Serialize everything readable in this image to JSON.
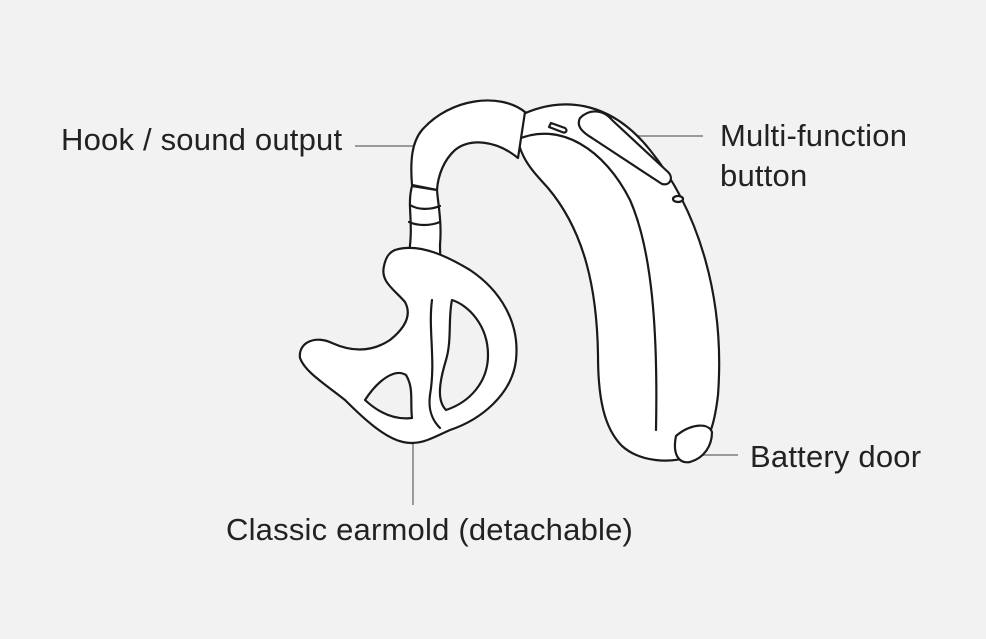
{
  "labels": {
    "hook": "Hook / sound output",
    "multi_function_line1": "Multi-function",
    "multi_function_line2": "button",
    "battery_door": "Battery door",
    "earmold": "Classic earmold (detachable)"
  },
  "colors": {
    "background": "#f2f2f2",
    "outline": "#1a1a1a",
    "leader_line": "#9a9a9a",
    "device_fill": "#ffffff",
    "text": "#222222"
  }
}
